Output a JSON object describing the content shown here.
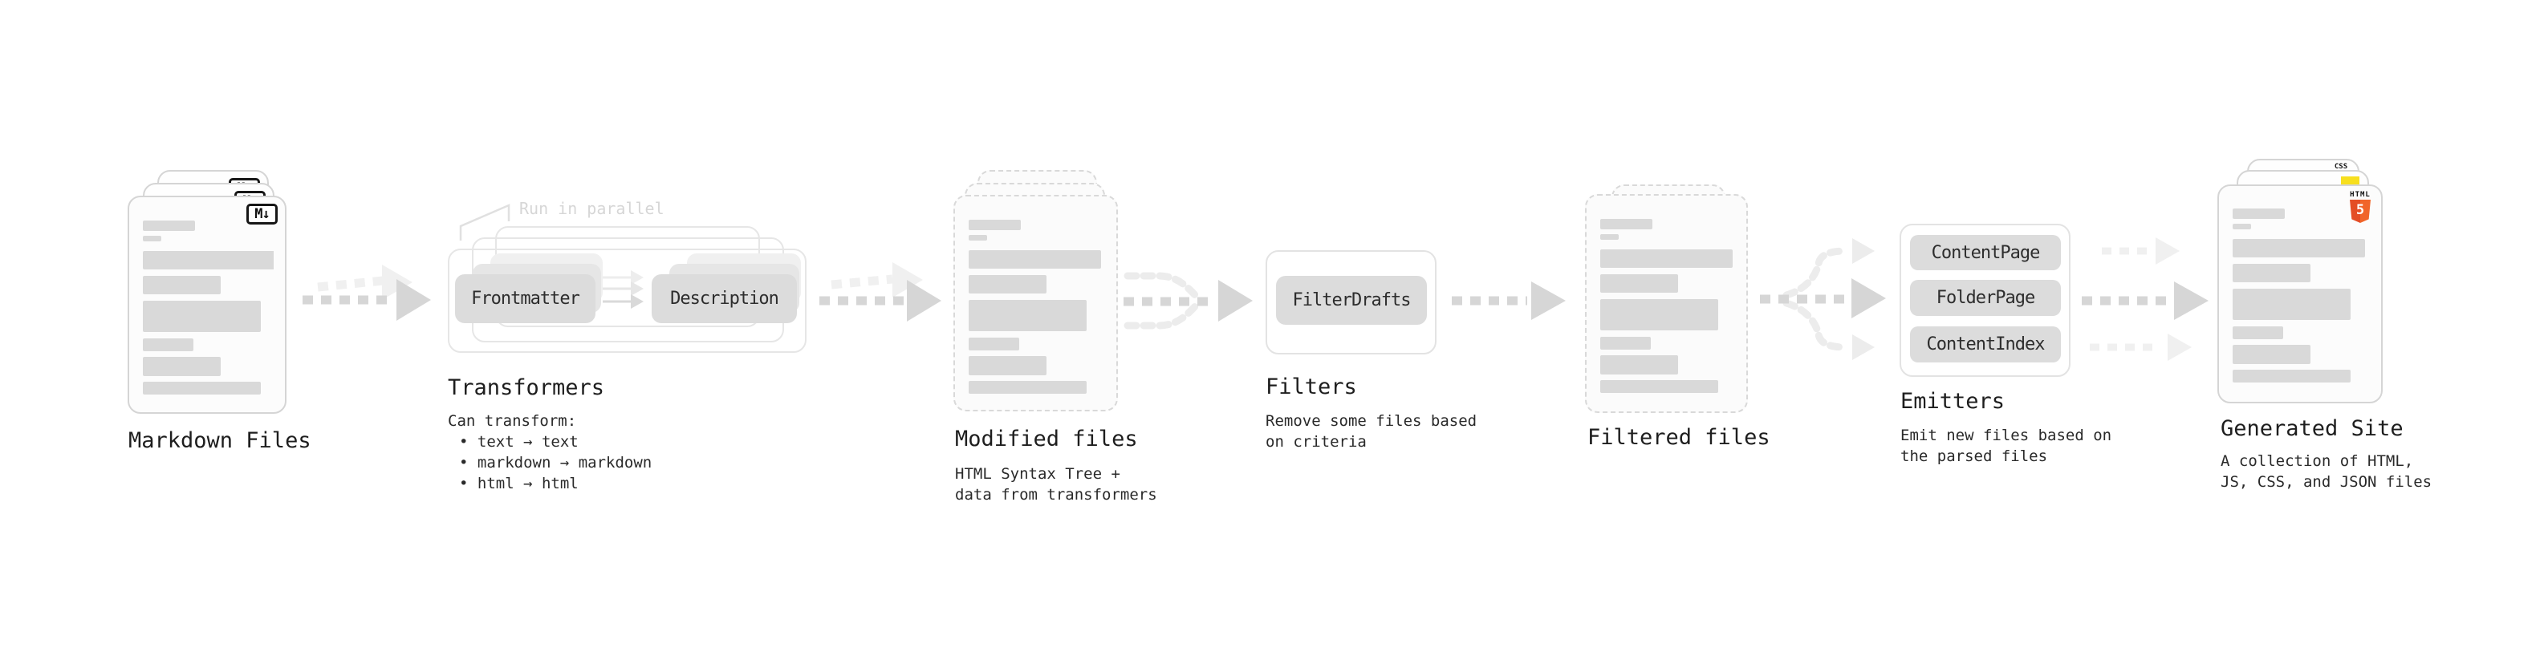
{
  "stages": {
    "markdown_files": {
      "title": "Markdown Files"
    },
    "transformers": {
      "annotation": "Run in parallel",
      "box_left": "Frontmatter",
      "box_right": "Description",
      "title": "Transformers",
      "desc_heading": "Can transform:",
      "bullets": [
        "• text → text",
        "• markdown → markdown",
        "• html → html"
      ]
    },
    "modified_files": {
      "title": "Modified files",
      "subtitle_lines": [
        "HTML Syntax Tree +",
        "data from transformers"
      ]
    },
    "filters": {
      "box": "FilterDrafts",
      "title": "Filters",
      "subtitle_lines": [
        "Remove some files based",
        "on criteria"
      ]
    },
    "filtered_files": {
      "title": "Filtered files"
    },
    "emitters": {
      "boxes": [
        "ContentPage",
        "FolderPage",
        "ContentIndex"
      ],
      "title": "Emitters",
      "subtitle_lines": [
        "Emit new files based on",
        "the parsed files"
      ]
    },
    "generated_site": {
      "title": "Generated Site",
      "subtitle_lines": [
        "A collection of HTML,",
        "JS, CSS, and JSON files"
      ]
    }
  },
  "icons": {
    "markdown_badge": "M↓",
    "html5_word": "HTML",
    "html5_number": "5",
    "css_word": "CSS"
  },
  "colors": {
    "dark_arrow": "#d6d6d6",
    "light_arrow": "#f0f0f0",
    "bar": "#d9d9d9",
    "node_fill": "#dcdcdc",
    "css_blue": "#2965f1",
    "js_yellow": "#f7df1e",
    "html_orange_left": "#e44d26",
    "html_orange_right": "#f16529"
  }
}
